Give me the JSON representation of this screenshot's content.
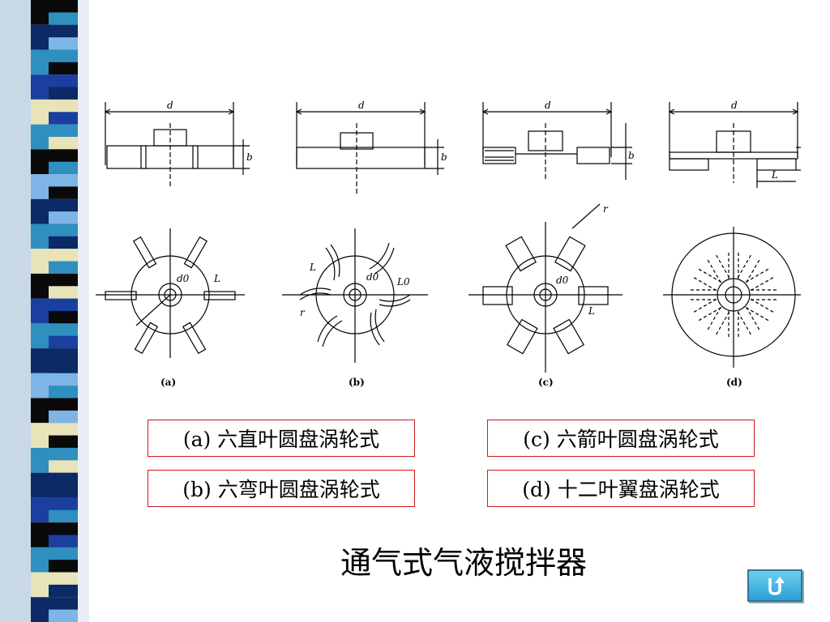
{
  "figure": {
    "labels": {
      "d": "d",
      "b": "b",
      "L": "L",
      "d0": "d0",
      "L0": "L0",
      "r": "r"
    },
    "sublabels": [
      "(a)",
      "(b)",
      "(c)",
      "(d)"
    ]
  },
  "captions": [
    {
      "id": "a",
      "text": "(a) 六直叶圆盘涡轮式"
    },
    {
      "id": "c",
      "text": "(c) 六箭叶圆盘涡轮式"
    },
    {
      "id": "b",
      "text": "(b) 六弯叶圆盘涡轮式"
    },
    {
      "id": "d",
      "text": "(d) 十二叶翼盘涡轮式"
    }
  ],
  "title": "通气式气液搅拌器",
  "colors": {
    "caption_border": "#d01a1a",
    "stripe": [
      "#0a0a0a",
      "#2f8fbf",
      "#0b2a66",
      "#e8e4b8",
      "#7fb4e6",
      "#1b3f9f"
    ]
  },
  "return_button": {
    "icon": "return-arrow-icon"
  }
}
